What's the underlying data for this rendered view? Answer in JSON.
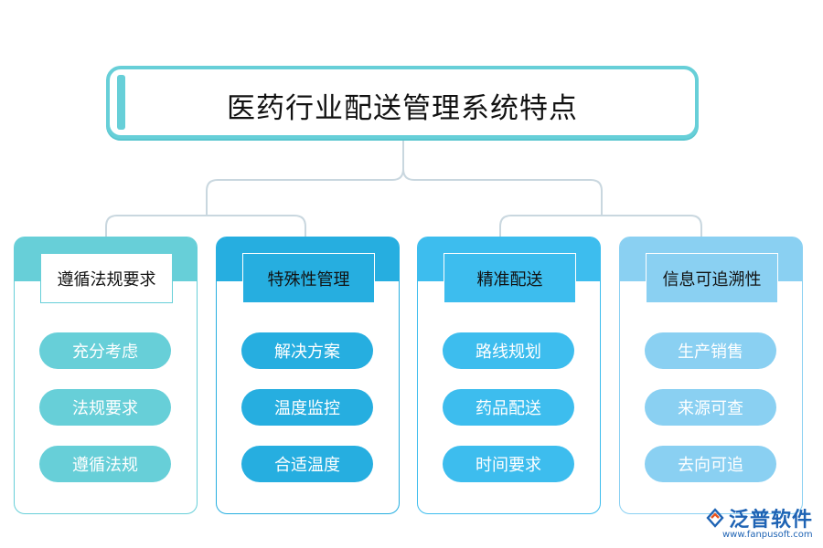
{
  "title": "医药行业配送管理系统特点",
  "columns": [
    {
      "label": "遵循法规要求",
      "items": [
        "充分考虑",
        "法规要求",
        "遵循法规"
      ]
    },
    {
      "label": "特殊性管理",
      "items": [
        "解决方案",
        "温度监控",
        "合适温度"
      ]
    },
    {
      "label": "精准配送",
      "items": [
        "路线规划",
        "药品配送",
        "时间要求"
      ]
    },
    {
      "label": "信息可追溯性",
      "items": [
        "生产销售",
        "来源可查",
        "去向可追"
      ]
    }
  ],
  "colors": {
    "col1": "#67cfd8",
    "col2": "#26aee0",
    "col3": "#3dbdee",
    "col4": "#8ad0f2",
    "brand": "#1e63b4"
  },
  "logo": {
    "name": "泛普软件",
    "url": "www.fanpusoft.com",
    "icon": "fanpu-logo-icon"
  }
}
